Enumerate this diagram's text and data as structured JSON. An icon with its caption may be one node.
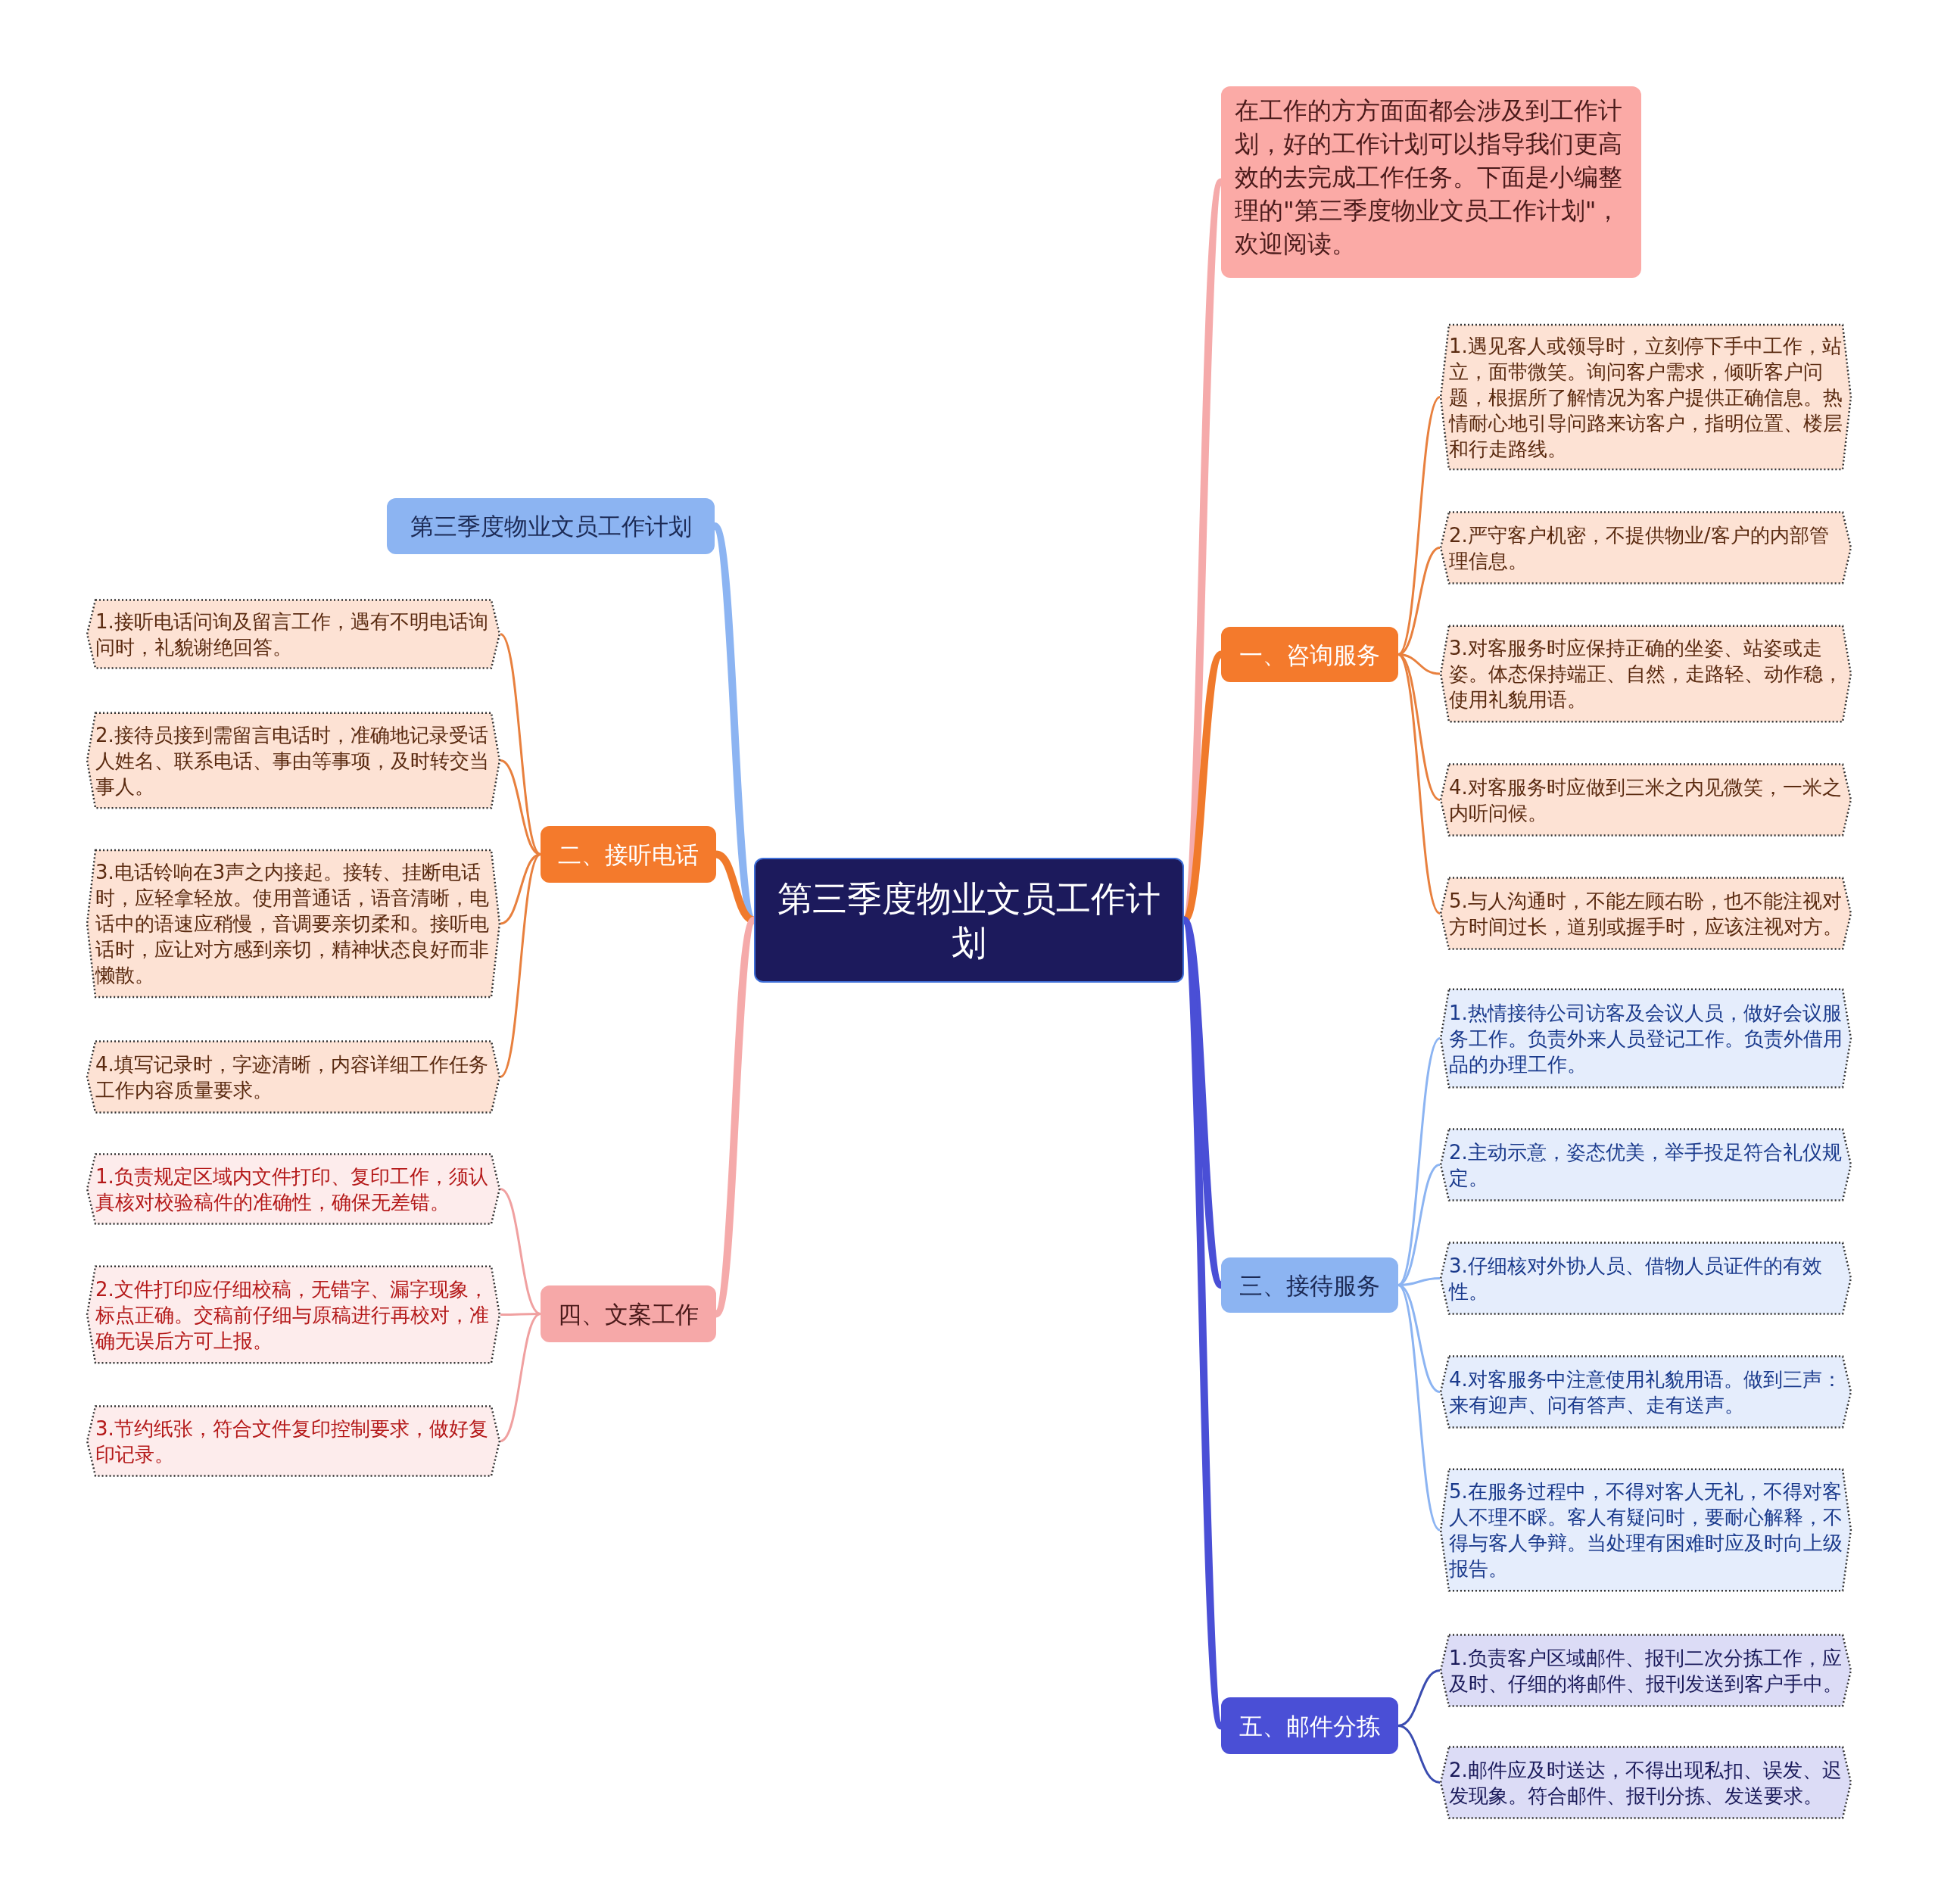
{
  "diagram": {
    "nodes": [
      {
        "text": [
          "第三季度物业文员工作计划"
        ]
      },
      {
        "text": [
          "第三季度物业文员工作计划"
        ]
      },
      {
        "text": [
          "在工作的方方面面都会涉及到工作计划，好的工作计划可以指导我们更高效的去完成工作任务。下面是小编整理的\"第三季度物业文员工作计划\"，欢迎阅读。"
        ]
      },
      {
        "text": [
          "二、接听电话"
        ]
      },
      {
        "text": [
          "1.接听电话问询及留言工作，遇有不明电话询问时，礼貌谢绝回答。"
        ]
      },
      {
        "text": [
          "2.接待员接到需留言电话时，准确地记录受话人姓名、联系电话、事由等事项，及时转交当事人。"
        ]
      },
      {
        "text": [
          "3.电话铃响在3声之内接起。接转、挂断电话时，应轻拿轻放。使用普通话，语音清晰，电话中的语速应稍慢，音调要亲切柔和。接听电话时，应让对方感到亲切，精神状态良好而非懒散。"
        ]
      },
      {
        "text": [
          "4.填写记录时，字迹清晰，内容详细工作任务工作内容质量要求。"
        ]
      },
      {
        "text": [
          "四、文案工作"
        ]
      },
      {
        "text": [
          "1.负责规定区域内文件打印、复印工作，须认真核对校验稿件的准确性，确保无差错。"
        ]
      },
      {
        "text": [
          "2.文件打印应仔细校稿，无错字、漏字现象，标点正确。交稿前仔细与原稿进行再校对，准确无误后方可上报。"
        ]
      },
      {
        "text": [
          "3.节约纸张，符合文件复印控制要求，做好复印记录。"
        ]
      },
      {
        "text": [
          "一、咨询服务"
        ]
      },
      {
        "text": [
          "1.遇见客人或领导时，立刻停下手中工作，站立，面带微笑。询问客户需求，倾听客户问题，根据所了解情况为客户提供正确信息。热情耐心地引导问路来访客户，指明位置、楼层和行走路线。"
        ]
      },
      {
        "text": [
          "2.严守客户机密，不提供物业/客户的内部管理信息。"
        ]
      },
      {
        "text": [
          "3.对客服务时应保持正确的坐姿、站姿或走姿。体态保持端正、自然，走路轻、动作稳，使用礼貌用语。"
        ]
      },
      {
        "text": [
          "4.对客服务时应做到三米之内见微笑，一米之内听问候。"
        ]
      },
      {
        "text": [
          "5.与人沟通时，不能左顾右盼，也不能注视对方时间过长，道别或握手时，应该注视对方。"
        ]
      },
      {
        "text": [
          "三、接待服务"
        ]
      },
      {
        "text": [
          "1.热情接待公司访客及会议人员，做好会议服务工作。负责外来人员登记工作。负责外借用品的办理工作。"
        ]
      },
      {
        "text": [
          "2.主动示意，姿态优美，举手投足符合礼仪规定。"
        ]
      },
      {
        "text": [
          "3.仔细核对外协人员、借物人员证件的有效性。"
        ]
      },
      {
        "text": [
          "4.对客服务中注意使用礼貌用语。做到三声：来有迎声、问有答声、走有送声。"
        ]
      },
      {
        "text": [
          "5.在服务过程中，不得对客人无礼，不得对客人不理不睬。客人有疑问时，要耐心解释，不得与客人争辩。当处理有困难时应及时向上级报告。"
        ]
      },
      {
        "text": [
          "五、邮件分拣"
        ]
      },
      {
        "text": [
          "1.负责客户区域邮件、报刊二次分拣工作，应及时、仔细的将邮件、报刊发送到客户手中。"
        ]
      },
      {
        "text": [
          "2.邮件应及时送达，不得出现私扣、误发、迟发现象。符合邮件、报刊分拣、发送要求。"
        ]
      }
    ],
    "edges": [
      {
        "from": 0,
        "to": 1,
        "arrow": "none",
        "style": "thick",
        "color": "#8cb4f2"
      },
      {
        "from": 0,
        "to": 2,
        "arrow": "none",
        "style": "thick",
        "color": "#f5aaaa"
      },
      {
        "from": 0,
        "to": 3,
        "arrow": "none",
        "style": "thick",
        "color": "#f07a2c"
      },
      {
        "from": 3,
        "to": 4,
        "arrow": "none",
        "color": "#e8803e"
      },
      {
        "from": 3,
        "to": 5,
        "arrow": "none",
        "color": "#e8803e"
      },
      {
        "from": 3,
        "to": 6,
        "arrow": "none",
        "color": "#e8803e"
      },
      {
        "from": 3,
        "to": 7,
        "arrow": "none",
        "color": "#e8803e"
      },
      {
        "from": 0,
        "to": 8,
        "arrow": "none",
        "style": "thick",
        "color": "#f5aaaa"
      },
      {
        "from": 8,
        "to": 9,
        "arrow": "none",
        "color": "#f0a0a0"
      },
      {
        "from": 8,
        "to": 10,
        "arrow": "none",
        "color": "#f0a0a0"
      },
      {
        "from": 8,
        "to": 11,
        "arrow": "none",
        "color": "#f0a0a0"
      },
      {
        "from": 0,
        "to": 12,
        "arrow": "none",
        "style": "thick",
        "color": "#f07a2c"
      },
      {
        "from": 12,
        "to": 13,
        "arrow": "none",
        "color": "#e8803e"
      },
      {
        "from": 12,
        "to": 14,
        "arrow": "none",
        "color": "#e8803e"
      },
      {
        "from": 12,
        "to": 15,
        "arrow": "none",
        "color": "#e8803e"
      },
      {
        "from": 12,
        "to": 16,
        "arrow": "none",
        "color": "#e8803e"
      },
      {
        "from": 12,
        "to": 17,
        "arrow": "none",
        "color": "#e8803e"
      },
      {
        "from": 0,
        "to": 18,
        "arrow": "none",
        "style": "thick",
        "color": "#4a4fd6"
      },
      {
        "from": 18,
        "to": 19,
        "arrow": "none",
        "color": "#8cb4f2"
      },
      {
        "from": 18,
        "to": 20,
        "arrow": "none",
        "color": "#8cb4f2"
      },
      {
        "from": 18,
        "to": 21,
        "arrow": "none",
        "color": "#8cb4f2"
      },
      {
        "from": 18,
        "to": 22,
        "arrow": "none",
        "color": "#8cb4f2"
      },
      {
        "from": 18,
        "to": 23,
        "arrow": "none",
        "color": "#8cb4f2"
      },
      {
        "from": 0,
        "to": 24,
        "arrow": "none",
        "style": "thick",
        "color": "#4a4fd6"
      },
      {
        "from": 24,
        "to": 25,
        "arrow": "none",
        "color": "#3a4cb0"
      },
      {
        "from": 24,
        "to": 26,
        "arrow": "none",
        "color": "#3a4cb0"
      }
    ]
  }
}
